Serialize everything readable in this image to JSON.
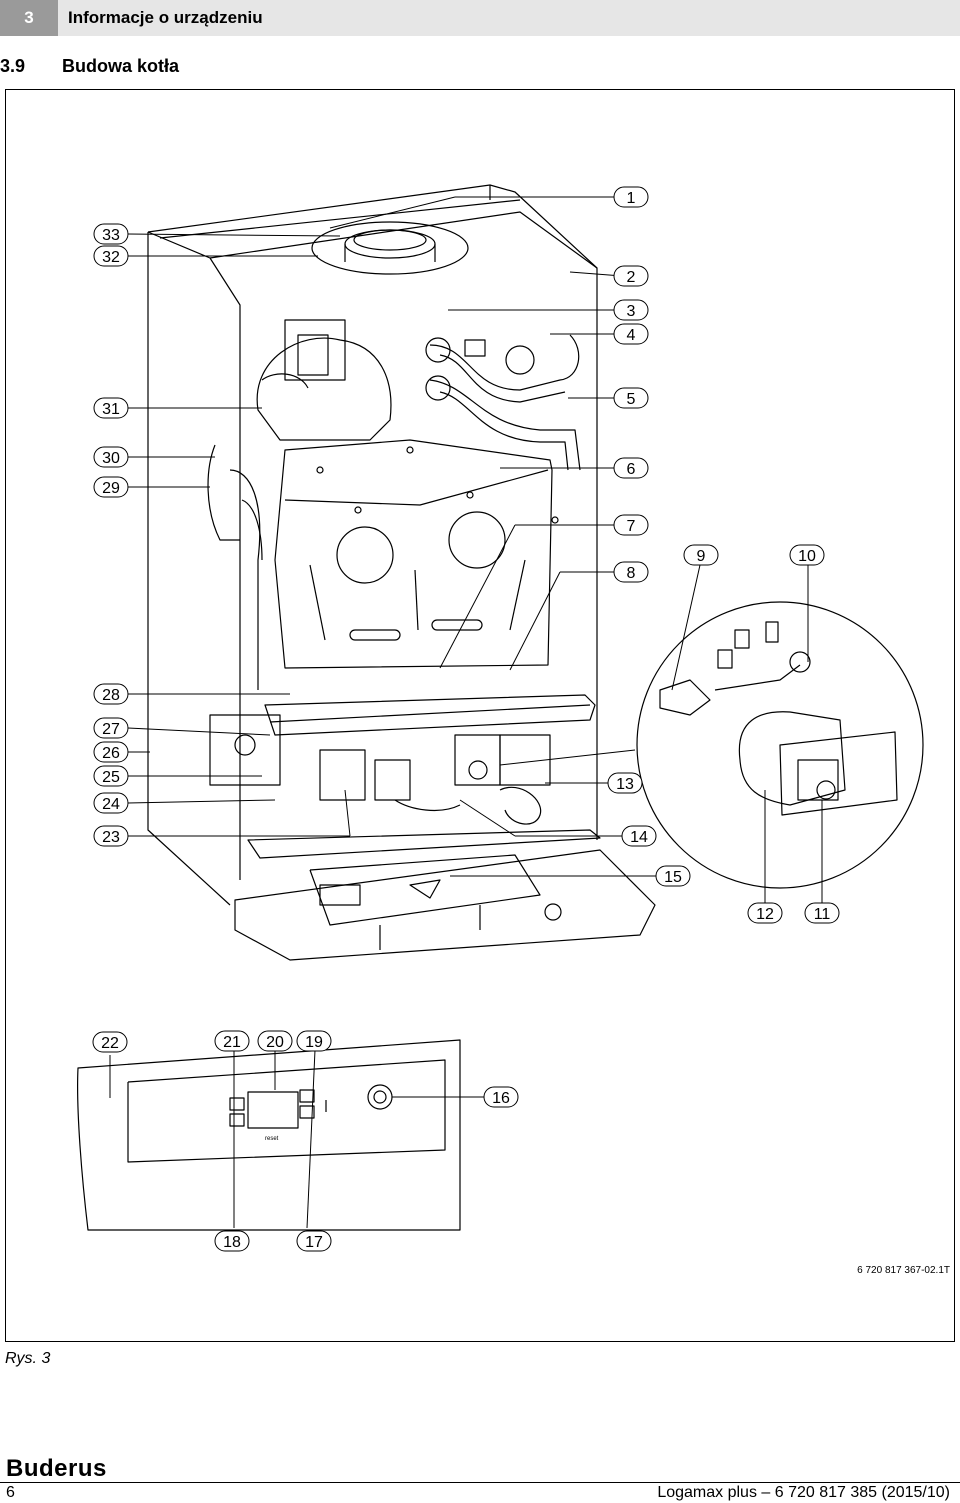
{
  "header": {
    "chapter_number": "3",
    "chapter_title": "Informacje o urządzeniu"
  },
  "section": {
    "number": "3.9",
    "title": "Budowa kotła"
  },
  "figure": {
    "code": "6 720 817 367-02.1T",
    "callouts": {
      "c1": "1",
      "c2": "2",
      "c3": "3",
      "c4": "4",
      "c5": "5",
      "c6": "6",
      "c7": "7",
      "c8": "8",
      "c9": "9",
      "c10": "10",
      "c11": "11",
      "c12": "12",
      "c13": "13",
      "c14": "14",
      "c15": "15",
      "c16": "16",
      "c17": "17",
      "c18": "18",
      "c19": "19",
      "c20": "20",
      "c21": "21",
      "c22": "22",
      "c23": "23",
      "c24": "24",
      "c25": "25",
      "c26": "26",
      "c27": "27",
      "c28": "28",
      "c29": "29",
      "c30": "30",
      "c31": "31",
      "c32": "32",
      "c33": "33"
    },
    "panel_reset_label": "reset"
  },
  "caption": "Rys. 3",
  "footer": {
    "brand": "Buderus",
    "page_number": "6",
    "doc_ref": "Logamax plus – 6 720 817 385 (2015/10)"
  }
}
